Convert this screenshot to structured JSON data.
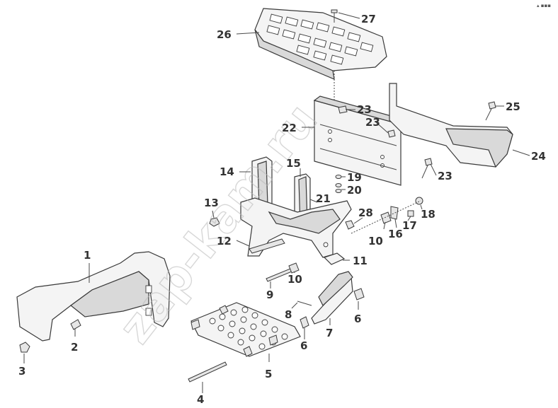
{
  "corner_mark": "▴ ▪▪▪",
  "watermark": "zap-kam.ru",
  "callouts": [
    {
      "id": "l1",
      "text": "1"
    },
    {
      "id": "l2",
      "text": "2"
    },
    {
      "id": "l3",
      "text": "3"
    },
    {
      "id": "l4",
      "text": "4"
    },
    {
      "id": "l5",
      "text": "5"
    },
    {
      "id": "l6a",
      "text": "6"
    },
    {
      "id": "l6b",
      "text": "6"
    },
    {
      "id": "l7",
      "text": "7"
    },
    {
      "id": "l8",
      "text": "8"
    },
    {
      "id": "l9",
      "text": "9"
    },
    {
      "id": "l10a",
      "text": "10"
    },
    {
      "id": "l10b",
      "text": "10"
    },
    {
      "id": "l11",
      "text": "11"
    },
    {
      "id": "l12",
      "text": "12"
    },
    {
      "id": "l13",
      "text": "13"
    },
    {
      "id": "l14",
      "text": "14"
    },
    {
      "id": "l15",
      "text": "15"
    },
    {
      "id": "l16",
      "text": "16"
    },
    {
      "id": "l17",
      "text": "17"
    },
    {
      "id": "l18",
      "text": "18"
    },
    {
      "id": "l19",
      "text": "19"
    },
    {
      "id": "l20",
      "text": "20"
    },
    {
      "id": "l21",
      "text": "21"
    },
    {
      "id": "l22",
      "text": "22"
    },
    {
      "id": "l23a",
      "text": "23"
    },
    {
      "id": "l23b",
      "text": "23"
    },
    {
      "id": "l23c",
      "text": "23"
    },
    {
      "id": "l24",
      "text": "24"
    },
    {
      "id": "l25",
      "text": "25"
    },
    {
      "id": "l26",
      "text": "26"
    },
    {
      "id": "l27",
      "text": "27"
    },
    {
      "id": "l28",
      "text": "28"
    }
  ]
}
